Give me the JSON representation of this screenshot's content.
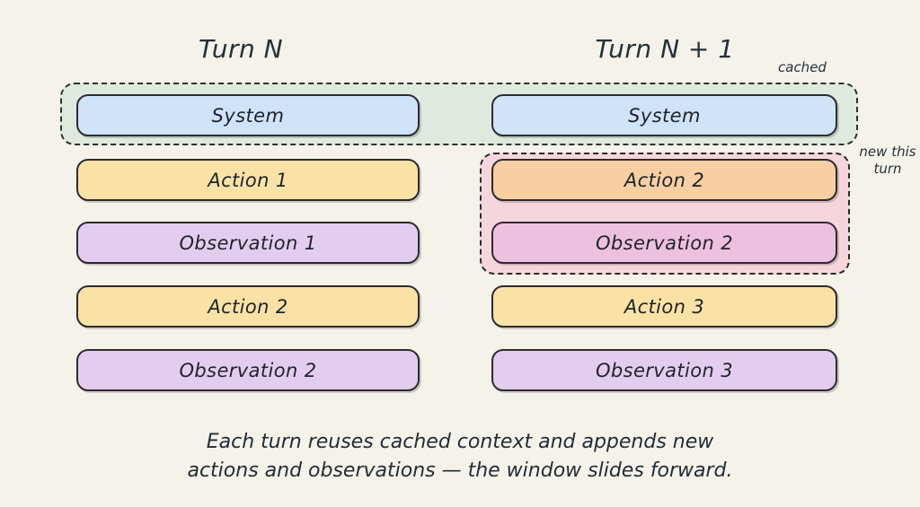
{
  "background_color": "#f4f2e9",
  "columns": [
    {
      "id": "turn-n",
      "title": "Turn N"
    },
    {
      "id": "turn-n-plus-1",
      "title": "Turn N + 1"
    }
  ],
  "annotations": {
    "cached": "cached",
    "new_this_turn_line1": "new this",
    "new_this_turn_line2": "turn"
  },
  "regions": {
    "cached": {
      "label": "cached",
      "fill": "#dfeade",
      "border": "#2c3330"
    },
    "new_this_turn": {
      "label": "new this turn",
      "fill": "#f6d6dd",
      "border": "#2c2a2b"
    }
  },
  "palette": {
    "system": "#cfe3f9",
    "action": "#fae2a6",
    "observation": "#e3cdee",
    "action_new": "#f7cfa2",
    "observation_new": "#eec0df",
    "outline": "#2e2a2e"
  },
  "left_column": {
    "boxes": [
      {
        "label": "System",
        "kind": "system",
        "cached": true,
        "new": false
      },
      {
        "label": "Action 1",
        "kind": "action",
        "cached": false,
        "new": false
      },
      {
        "label": "Observation 1",
        "kind": "observation",
        "cached": false,
        "new": false
      },
      {
        "label": "Action 2",
        "kind": "action",
        "cached": false,
        "new": false
      },
      {
        "label": "Observation 2",
        "kind": "observation",
        "cached": false,
        "new": false
      }
    ]
  },
  "right_column": {
    "boxes": [
      {
        "label": "System",
        "kind": "system",
        "cached": true,
        "new": false
      },
      {
        "label": "Action 2",
        "kind": "action",
        "cached": false,
        "new": true
      },
      {
        "label": "Observation 2",
        "kind": "observation",
        "cached": false,
        "new": true
      },
      {
        "label": "Action 3",
        "kind": "action",
        "cached": false,
        "new": false
      },
      {
        "label": "Observation 3",
        "kind": "observation",
        "cached": false,
        "new": false
      }
    ]
  },
  "caption": {
    "line1": "Each turn reuses cached context and appends new",
    "line2": "actions and observations — the window slides forward."
  }
}
